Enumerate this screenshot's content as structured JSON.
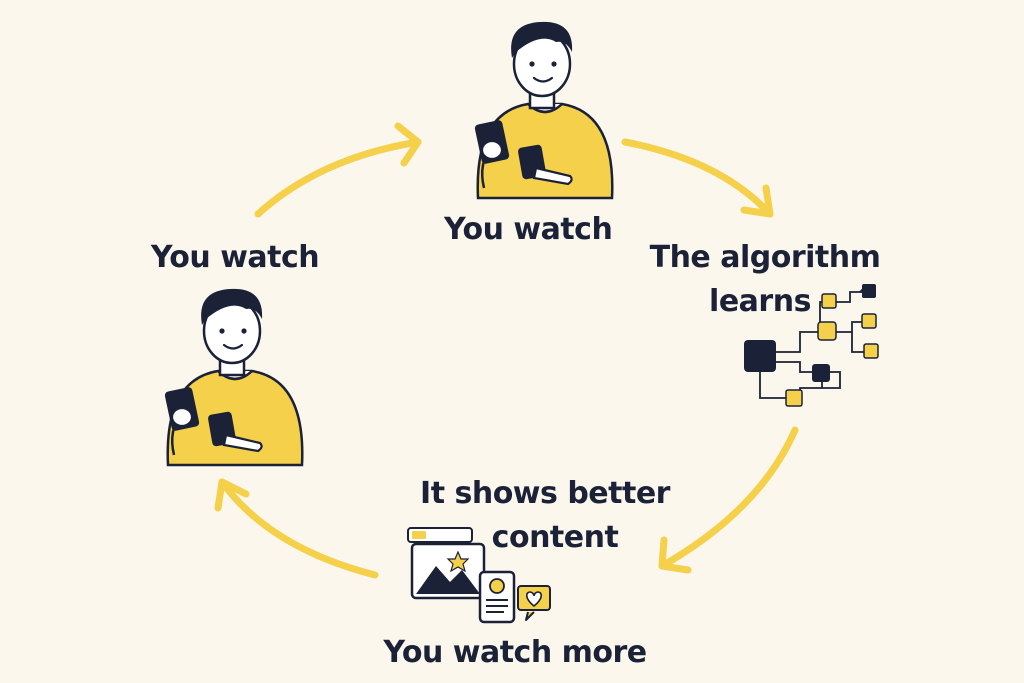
{
  "colors": {
    "background": "#FBF7EC",
    "accent_yellow": "#F5D04A",
    "ink_navy": "#1B2238",
    "skin": "#FFFFFF"
  },
  "diagram": {
    "type": "cycle",
    "steps": [
      {
        "id": "top",
        "label": "You watch",
        "icon": "person-with-phone-icon"
      },
      {
        "id": "right",
        "label_line1": "The algorithm",
        "label_line2": "learns",
        "icon": "network-nodes-icon"
      },
      {
        "id": "bottom-upper",
        "label_line1": "It shows better",
        "label_line2": "content",
        "icon": "content-cards-icon"
      },
      {
        "id": "bottom-lower",
        "label": "You watch more"
      },
      {
        "id": "left",
        "label": "You watch",
        "icon": "person-with-phone-icon"
      }
    ],
    "arrows": [
      "top-to-right",
      "right-to-bottom",
      "bottom-to-left",
      "left-to-top"
    ]
  }
}
